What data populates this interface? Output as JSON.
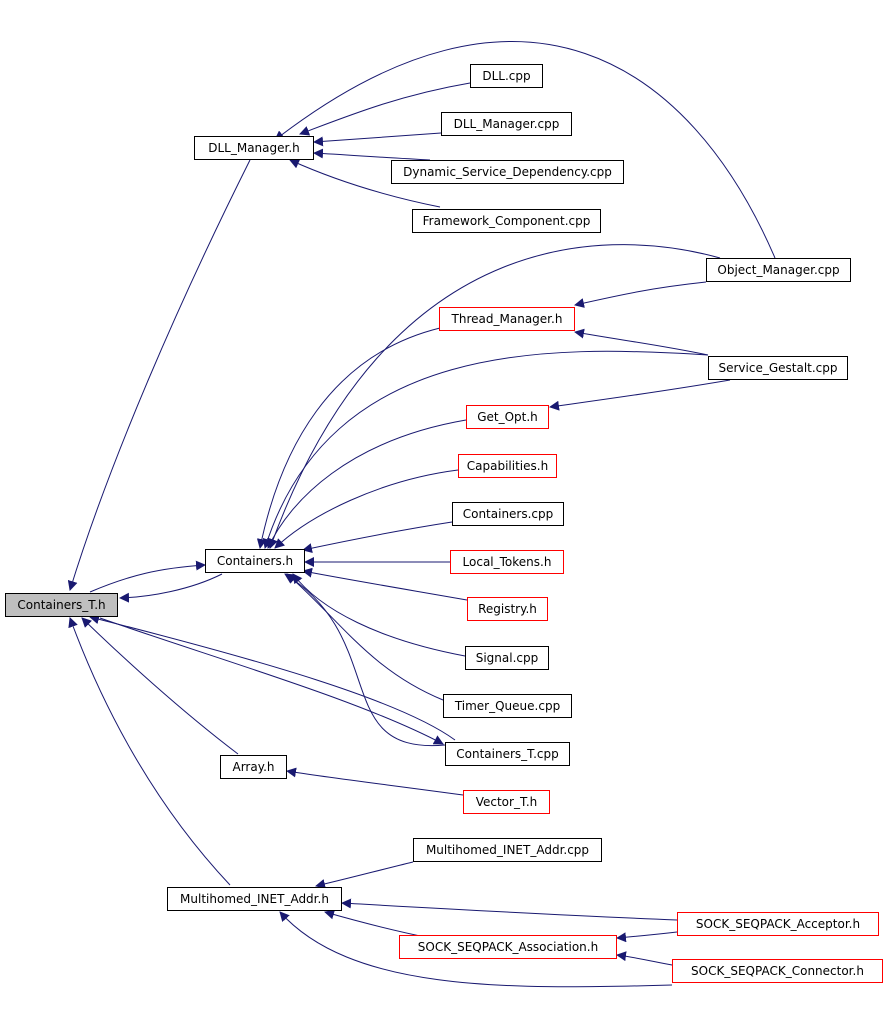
{
  "colors": {
    "edge": "#191970",
    "node_border": "#000000",
    "incomplete_border": "#ff0000",
    "root_fill": "#bfbfbf"
  },
  "nodes": {
    "containers_t_h": "Containers_T.h",
    "dll_manager_h": "DLL_Manager.h",
    "dll_cpp": "DLL.cpp",
    "dll_manager_cpp": "DLL_Manager.cpp",
    "dynamic_service_dependency_cpp": "Dynamic_Service_Dependency.cpp",
    "framework_component_cpp": "Framework_Component.cpp",
    "object_manager_cpp": "Object_Manager.cpp",
    "thread_manager_h": "Thread_Manager.h",
    "service_gestalt_cpp": "Service_Gestalt.cpp",
    "get_opt_h": "Get_Opt.h",
    "capabilities_h": "Capabilities.h",
    "containers_cpp": "Containers.cpp",
    "containers_h": "Containers.h",
    "local_tokens_h": "Local_Tokens.h",
    "registry_h": "Registry.h",
    "signal_cpp": "Signal.cpp",
    "timer_queue_cpp": "Timer_Queue.cpp",
    "containers_t_cpp": "Containers_T.cpp",
    "array_h": "Array.h",
    "vector_t_h": "Vector_T.h",
    "multihomed_inet_addr_cpp": "Multihomed_INET_Addr.cpp",
    "multihomed_inet_addr_h": "Multihomed_INET_Addr.h",
    "sock_seqpack_acceptor_h": "SOCK_SEQPACK_Acceptor.h",
    "sock_seqpack_association_h": "SOCK_SEQPACK_Association.h",
    "sock_seqpack_connector_h": "SOCK_SEQPACK_Connector.h"
  }
}
